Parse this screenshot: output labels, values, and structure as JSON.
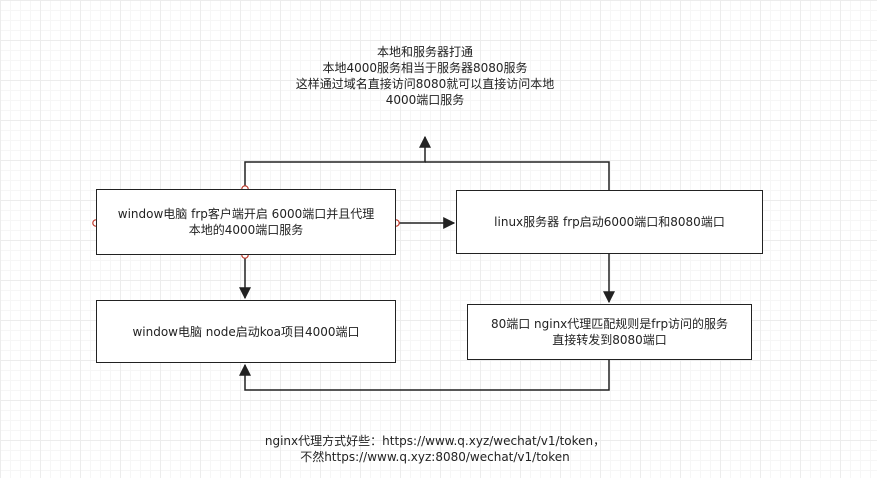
{
  "diagram": {
    "nodes": {
      "local_pc": "window电脑 frp客户端开启 6000端口并且代理\n本地的4000端口服务",
      "koa": "window电脑 node启动koa项目4000端口",
      "linux": "linux服务器 frp启动6000端口和8080端口",
      "nginx": "80端口 nginx代理匹配规则是frp访问的服务\n直接转发到8080端口"
    },
    "summary": "本地和服务器打通\n本地4000服务相当于服务器8080服务\n这样通过域名直接访问8080就可以直接访问本地\n4000端口服务",
    "note": "nginx代理方式好些：https://www.q.xyz/wechat/v1/token，\n不然https://www.q.xyz:8080/wechat/v1/token",
    "colors": {
      "stroke": "#222222",
      "port_dot": "#c0392b",
      "grid": "#ececec"
    }
  }
}
